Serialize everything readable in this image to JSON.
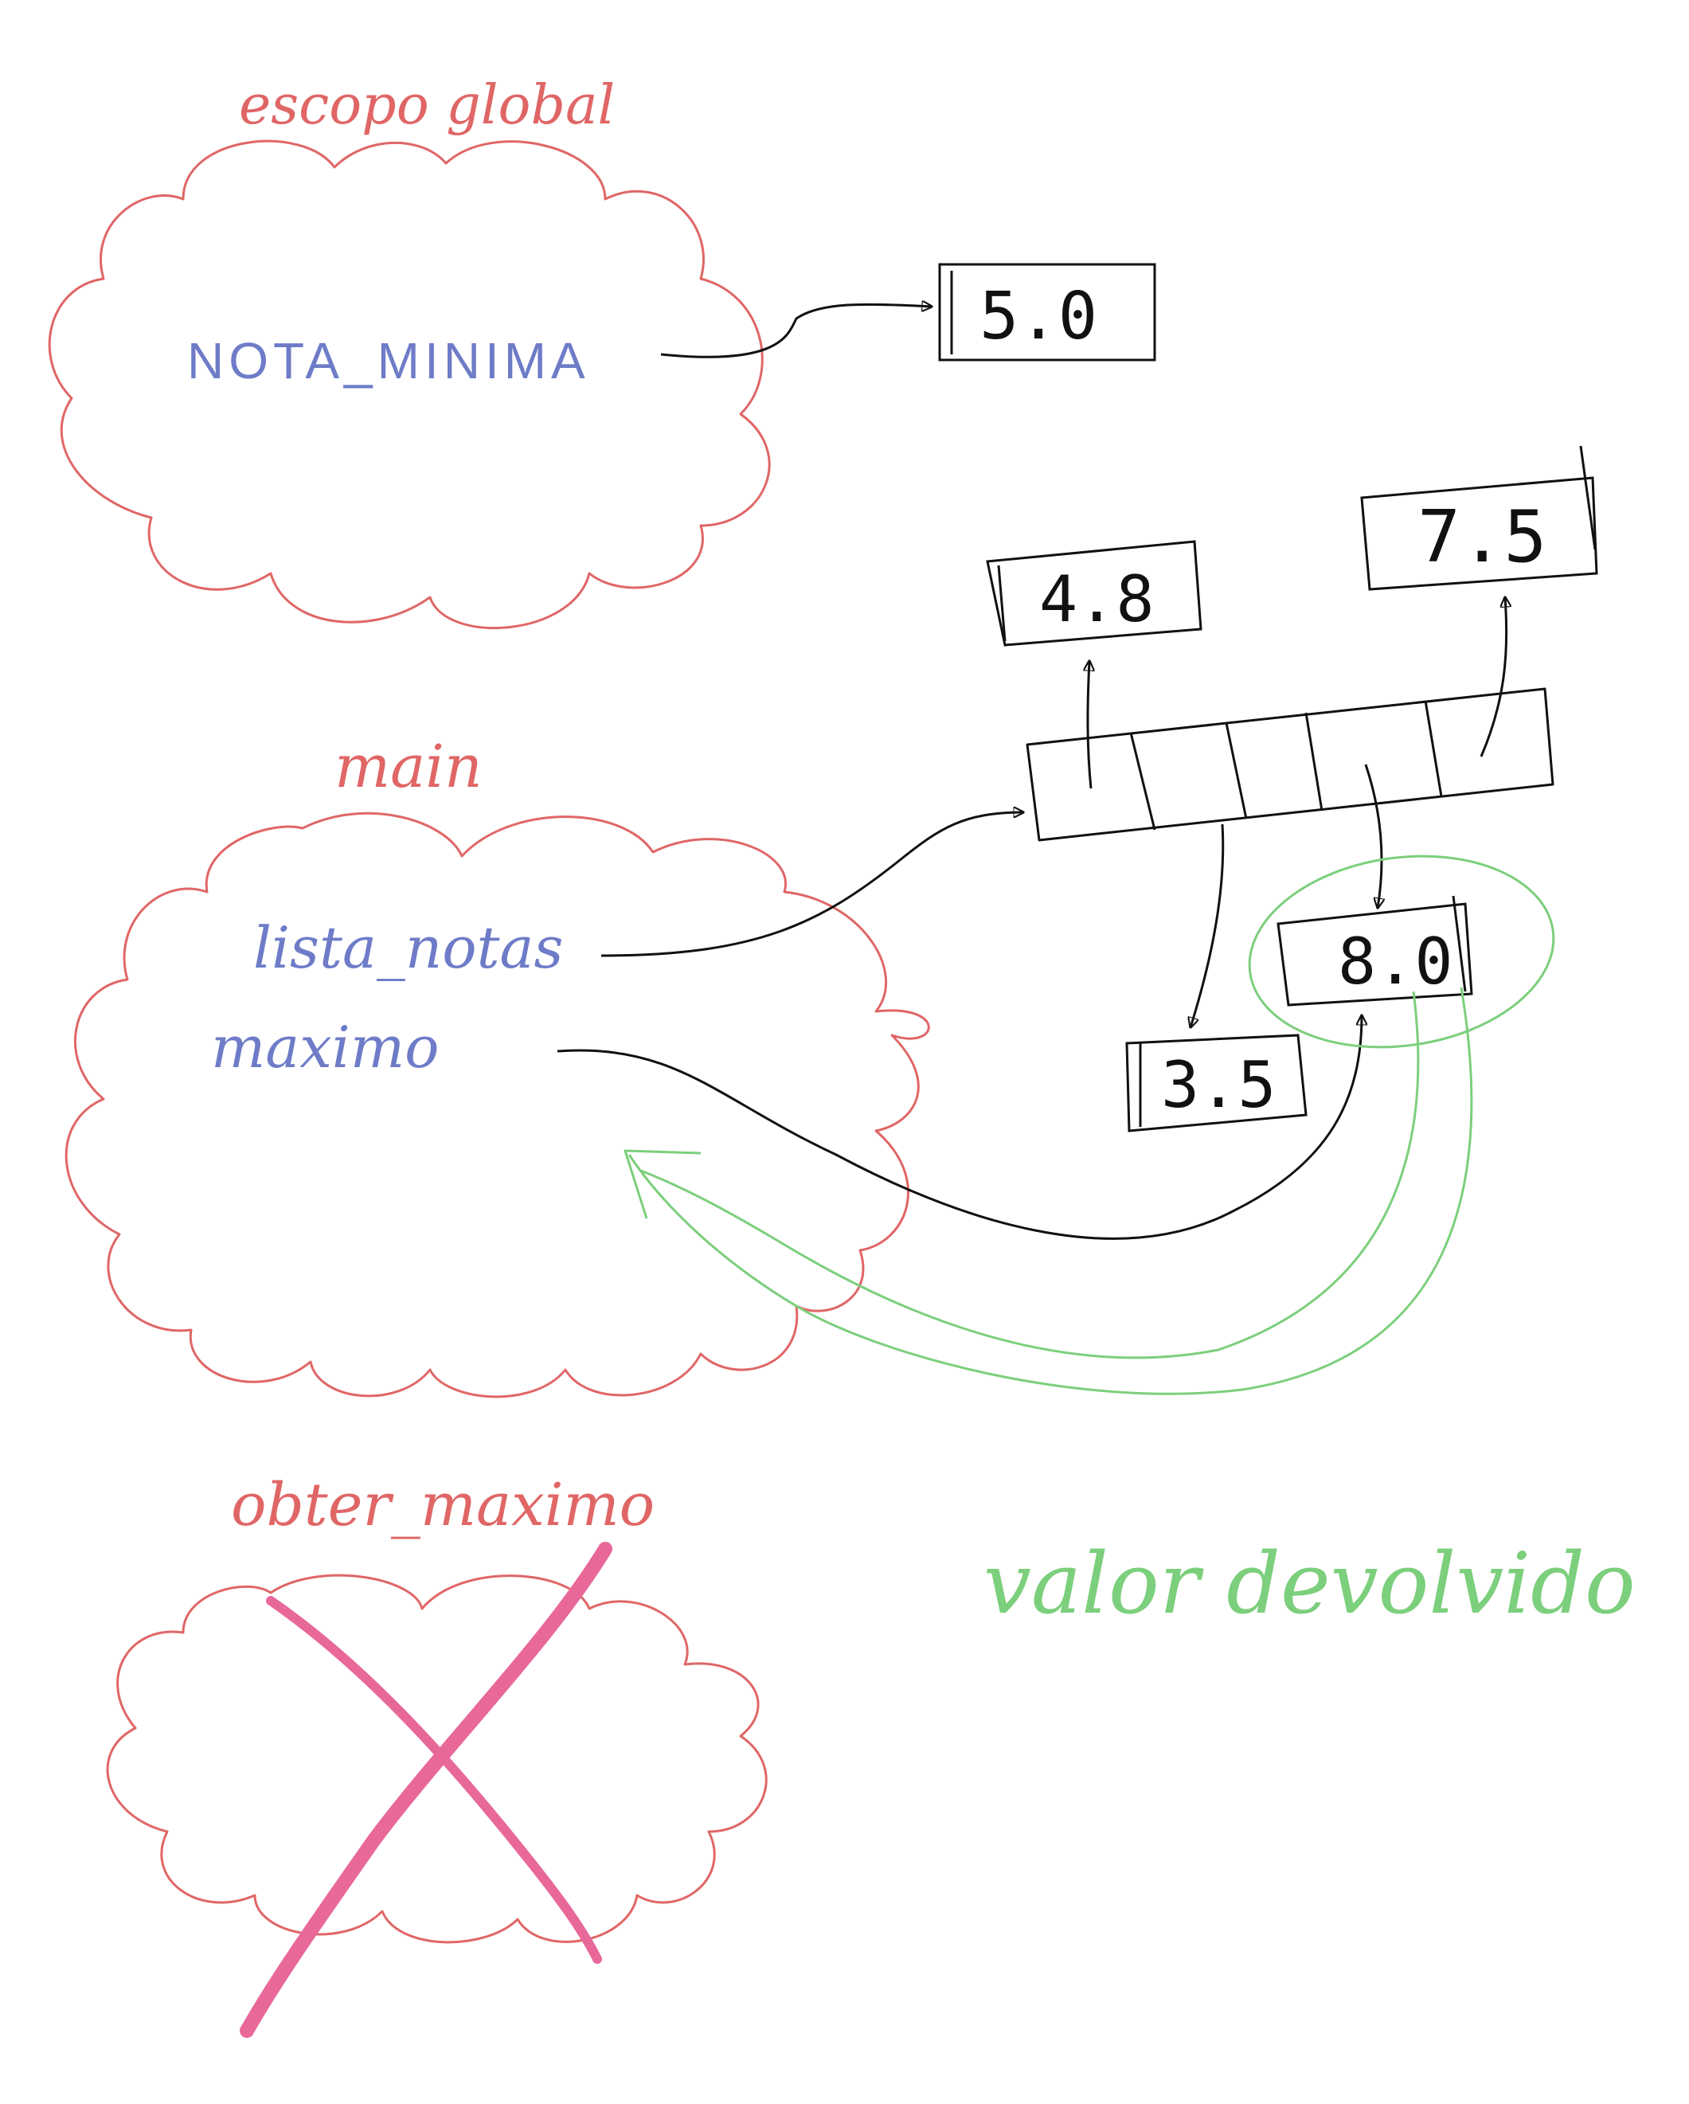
{
  "colors": {
    "scope": "#e06666",
    "variable": "#6e7cc8",
    "ink": "#111111",
    "returned": "#7ccf7c",
    "cross": "#e8689a"
  },
  "scopes": {
    "global": {
      "title": "escopo global",
      "variables": [
        "NOTA_MINIMA"
      ]
    },
    "main": {
      "title": "main",
      "variables": [
        "lista_notas",
        "maximo"
      ]
    },
    "obter_maximo": {
      "title": "obter_maximo",
      "status": "destroyed"
    }
  },
  "values": {
    "nota_minima": "5.0",
    "v1": "4.8",
    "v2": "3.5",
    "v3": "8.0",
    "v4": "7.5"
  },
  "list": {
    "cells": 5
  },
  "annotation": {
    "returned_label": "valor devolvido"
  }
}
